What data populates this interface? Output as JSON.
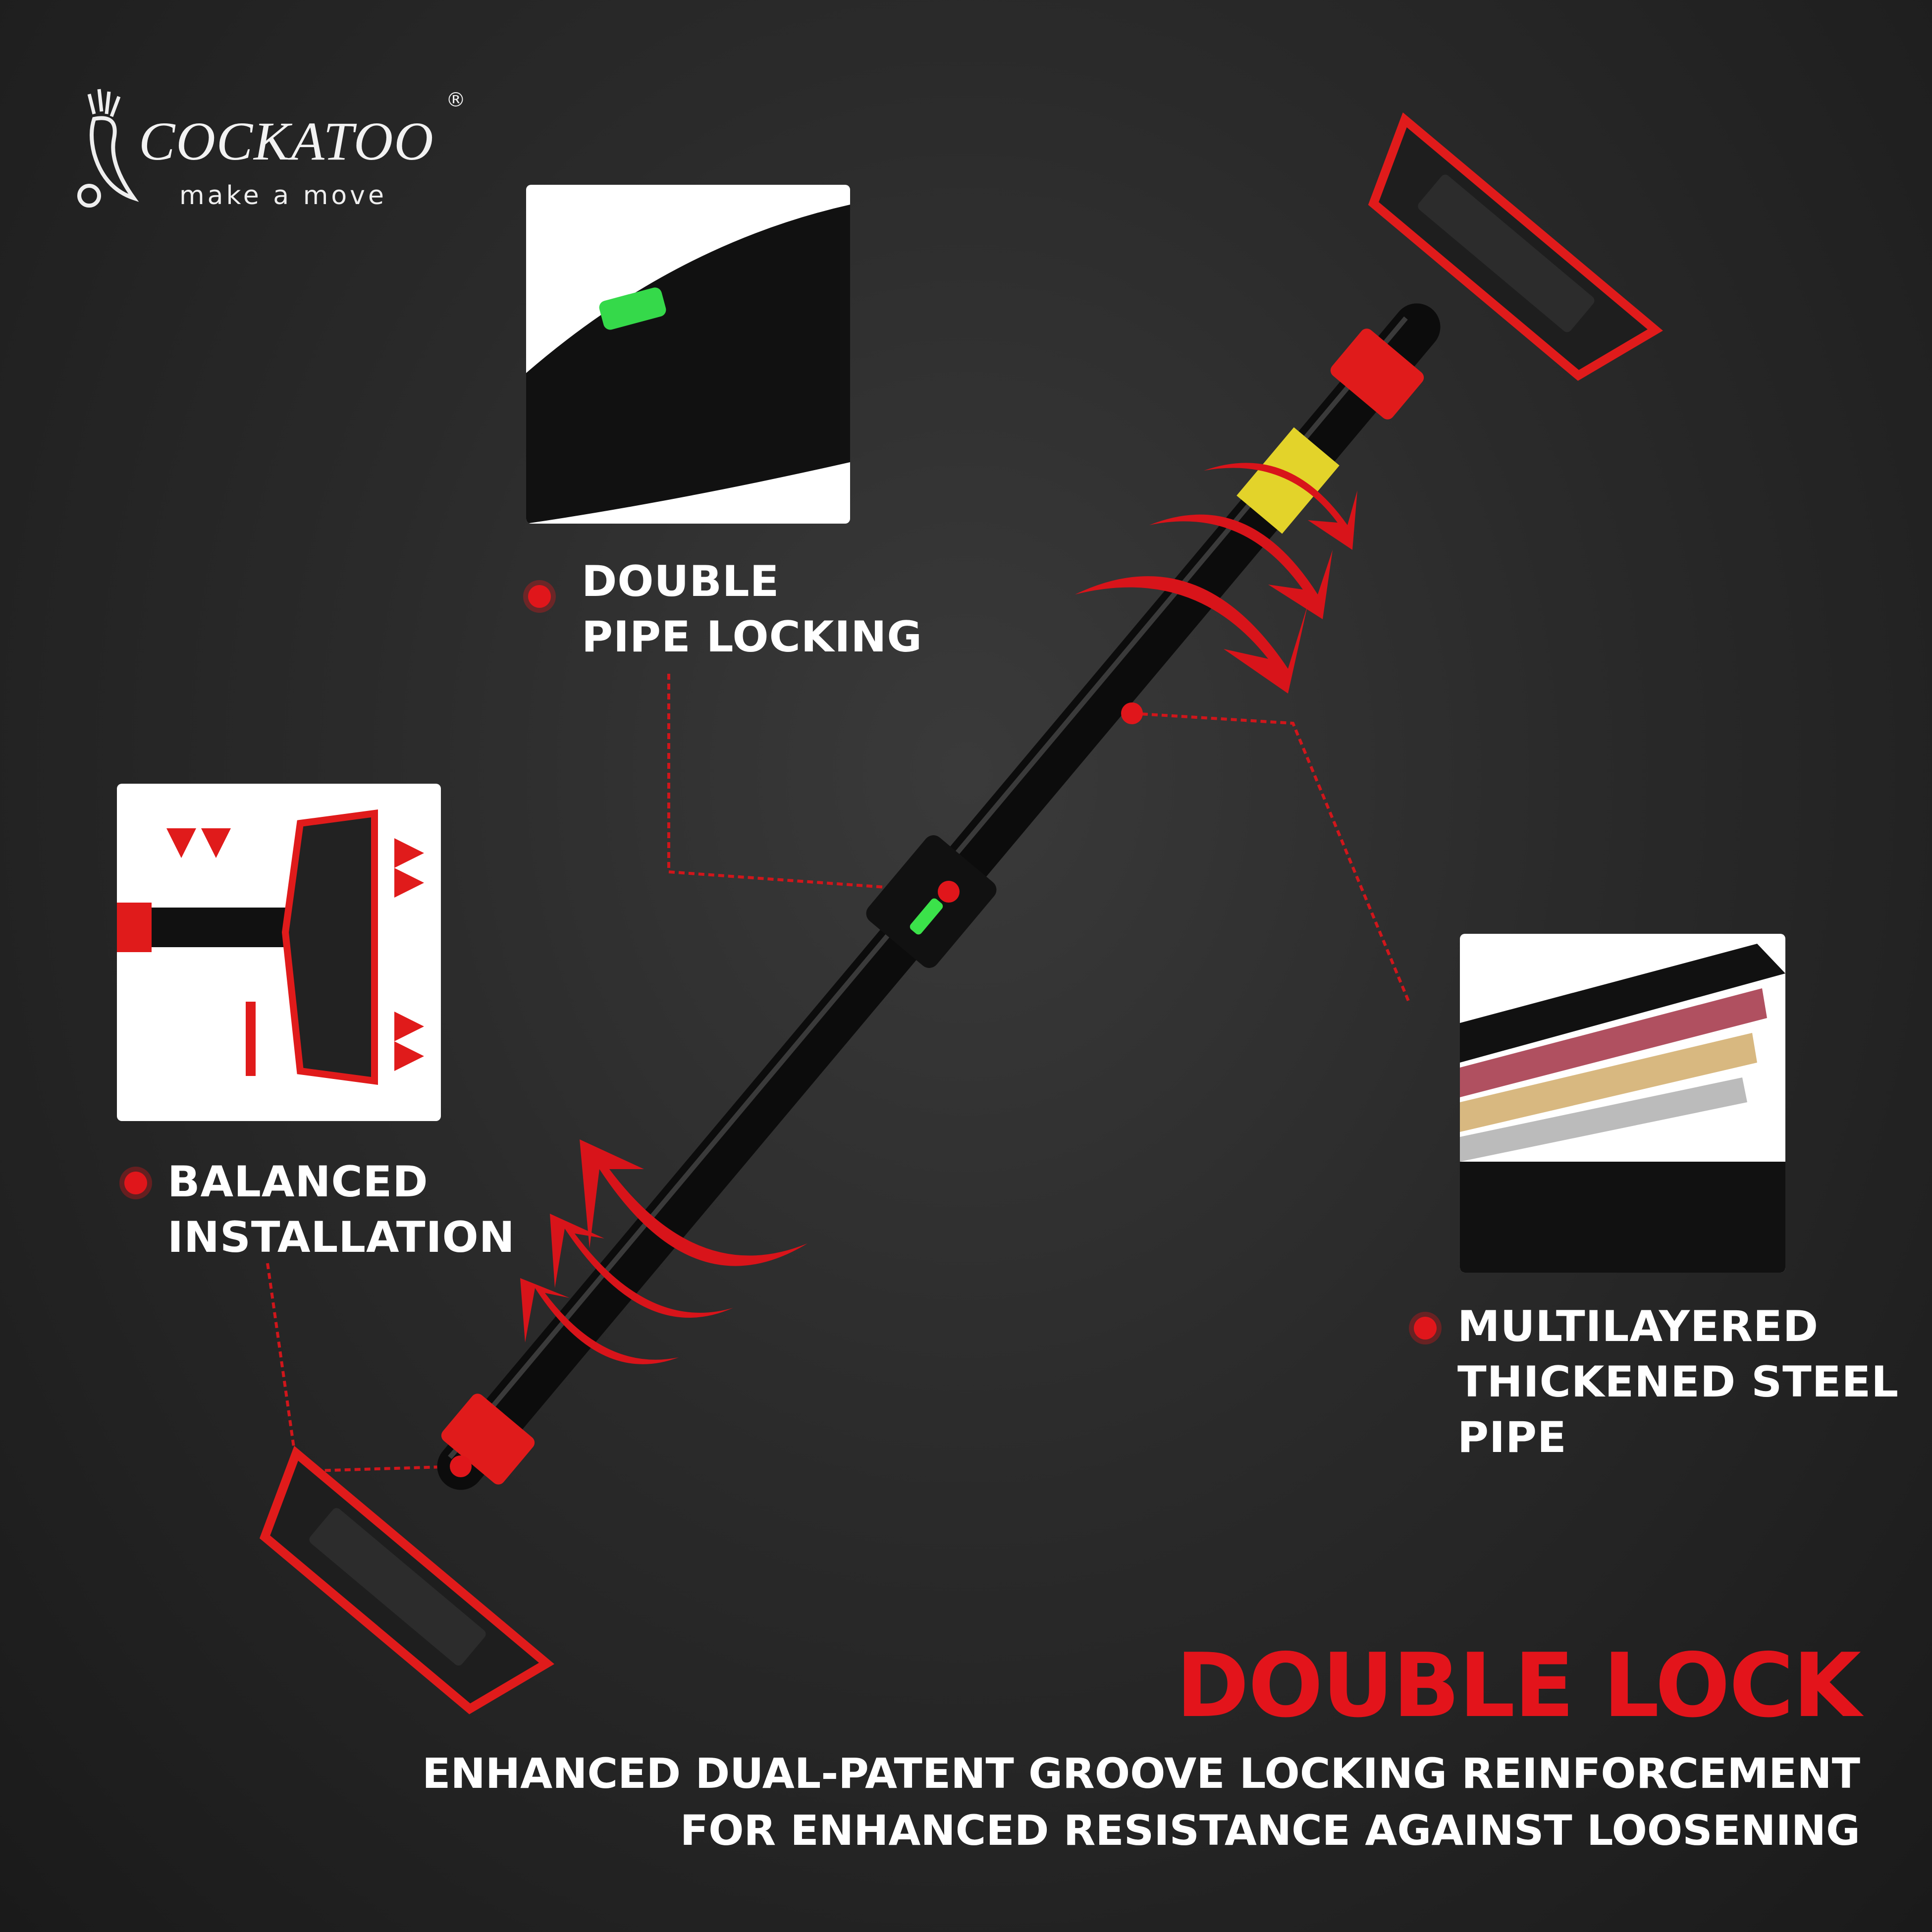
{
  "brand": {
    "name": "COCKATOO",
    "tagline": "make a move",
    "reg": "®"
  },
  "features": [
    {
      "lines": [
        "DOUBLE",
        "PIPE LOCKING"
      ]
    },
    {
      "lines": [
        "BALANCED",
        "INSTALLATION"
      ]
    },
    {
      "lines": [
        "MULTILAYERED",
        "THICKENED STEEL",
        "PIPE"
      ]
    }
  ],
  "headline": {
    "title": "DOUBLE LOCK",
    "line1": "ENHANCED DUAL-PATENT GROOVE LOCKING REINFORCEMENT",
    "line2": "FOR ENHANCED RESISTANCE AGAINST LOOSENING"
  },
  "colors": {
    "accent": "#e3141b",
    "background": "#2a2a2a"
  }
}
